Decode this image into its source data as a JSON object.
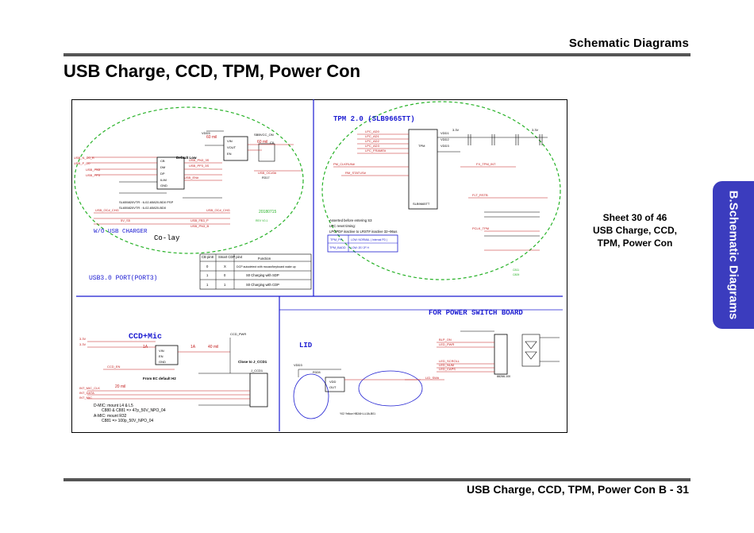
{
  "header": {
    "section": "Schematic  Diagrams"
  },
  "page_title": "USB Charge, CCD, TPM, Power Con",
  "sheet_info": {
    "line1": "Sheet 30 of 46",
    "line2": "USB Charge, CCD,",
    "line3": "TPM, Power Con"
  },
  "side_tab": "B.Schematic Diagrams",
  "footer": "USB Charge, CCD, TPM, Power Con  B  -  31",
  "schematic": {
    "tpm_title": "TPM 2.0 (SLB9665TT)",
    "wo_usb_charger": "W/O USB CHARGER",
    "co_lay": "Co-lay",
    "usb3_port": "USB3.0 PORT(PORT3)",
    "power_switch": "FOR POWER SWITCH BOARD",
    "ccd_mic": "CCD+Mic",
    "lid": "LID",
    "default_low": "Default Low",
    "ma60": "60 mil",
    "ma60b": "60 mil",
    "ma40": "40 mil",
    "ma20": "20 mil",
    "a1": "1A",
    "a2": "1A",
    "from_ec": "From EC default H2",
    "close_to": "Close to J_CCD1",
    "date_stamp": "20180715",
    "tpm_chip": "TPM",
    "asserted": "Asserted before entering S3",
    "lpc_reset": "LPC reset timing:",
    "lpcpd": "LPCPD# inactive to LRST# inactive 32~96us",
    "tpm_pp": "TPM_PP",
    "tpm_badd": "TPM_BADD",
    "low_normal": "LOW: NORMAL ( Internal PD )",
    "low_2e": "LOW: 2E/ 2F H",
    "dmic1": "D-MIC: mount L4 & L5",
    "dmic2": "C880 & C881 => 47p_50V_NPO_04",
    "amic1": "A-MIC: mount R32",
    "amic2": "C881 => 100p_50V_NPO_04",
    "table": {
      "headers": [
        "CB pin8",
        "Smart CDP pin4",
        "Function"
      ],
      "rows": [
        [
          "0",
          "X",
          "DCP autodetect with mouse/keyboard wake up"
        ],
        [
          "1",
          "0",
          "S0 Charging with SDP"
        ],
        [
          "1",
          "1",
          "S0 Charging with CDP"
        ]
      ]
    }
  }
}
